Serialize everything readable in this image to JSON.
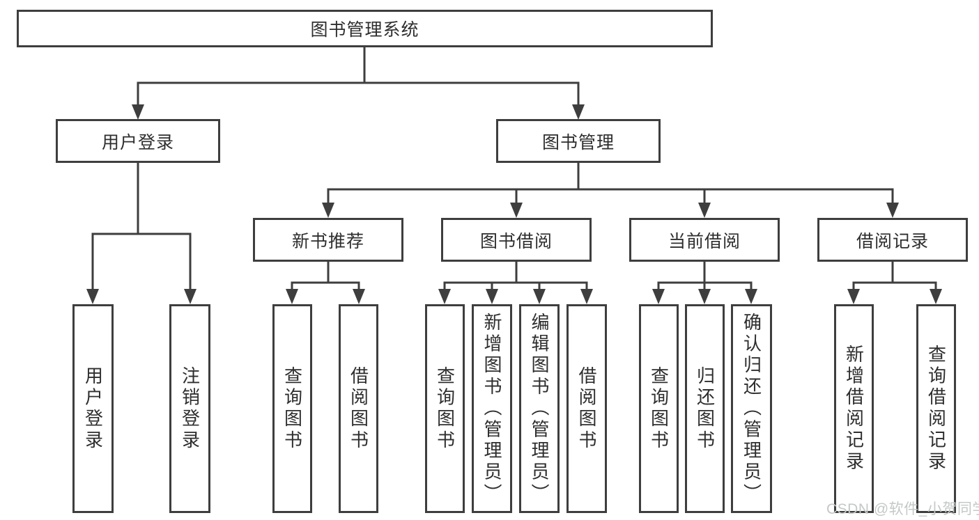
{
  "title": "图书管理系统",
  "watermark": "CSDN @软件_小贺同学",
  "nodes": {
    "root": "图书管理系统",
    "login": "用户登录",
    "manage": "图书管理",
    "recommend": "新书推荐",
    "borrow": "图书借阅",
    "current": "当前借阅",
    "records": "借阅记录",
    "login_user": "用户登录",
    "login_logout": "注销登录",
    "rec_query": "查询图书",
    "rec_borrow": "借阅图书",
    "bor_query": "查询图书",
    "bor_add": "新增图书（管理员）",
    "bor_edit": "编辑图书（管理员）",
    "bor_borrow": "借阅图书",
    "cur_query": "查询图书",
    "cur_return": "归还图书",
    "cur_confirm": "确认归还（管理员）",
    "recd_add": "新增借阅记录",
    "recd_query": "查询借阅记录"
  },
  "hierarchy": {
    "root": [
      "login",
      "manage"
    ],
    "login": [
      "login_user",
      "login_logout"
    ],
    "manage": [
      "recommend",
      "borrow",
      "current",
      "records"
    ],
    "recommend": [
      "rec_query",
      "rec_borrow"
    ],
    "borrow": [
      "bor_query",
      "bor_add",
      "bor_edit",
      "bor_borrow"
    ],
    "current": [
      "cur_query",
      "cur_return",
      "cur_confirm"
    ],
    "records": [
      "recd_add",
      "recd_query"
    ]
  },
  "colors": {
    "line": "#3e3e3e",
    "text": "#2e2e2e",
    "background": "#ffffff",
    "watermark": "#c4c8c8"
  }
}
